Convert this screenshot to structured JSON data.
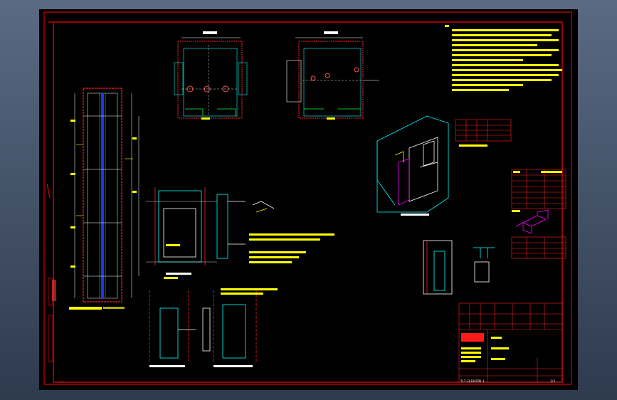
{
  "drawing": {
    "background": "#000000",
    "frame_color": "#ff0000",
    "line_colors": {
      "wall": "#ff2020",
      "outline": "#00ffff",
      "dimension": "#ffffff",
      "note": "#ffff00",
      "rail": "#2040ff",
      "model": "#ff00ff",
      "green": "#00ff40"
    },
    "top_dims": {
      "left_plan": "1800",
      "right_plan": "1800"
    },
    "stamp_color": "#ff1a1a",
    "footer_text": "TLT-ELEVATOR-1",
    "sheet_no": "1/1"
  },
  "icons": [
    "3d-shaft-view-icon",
    "3d-bracket-icon"
  ]
}
